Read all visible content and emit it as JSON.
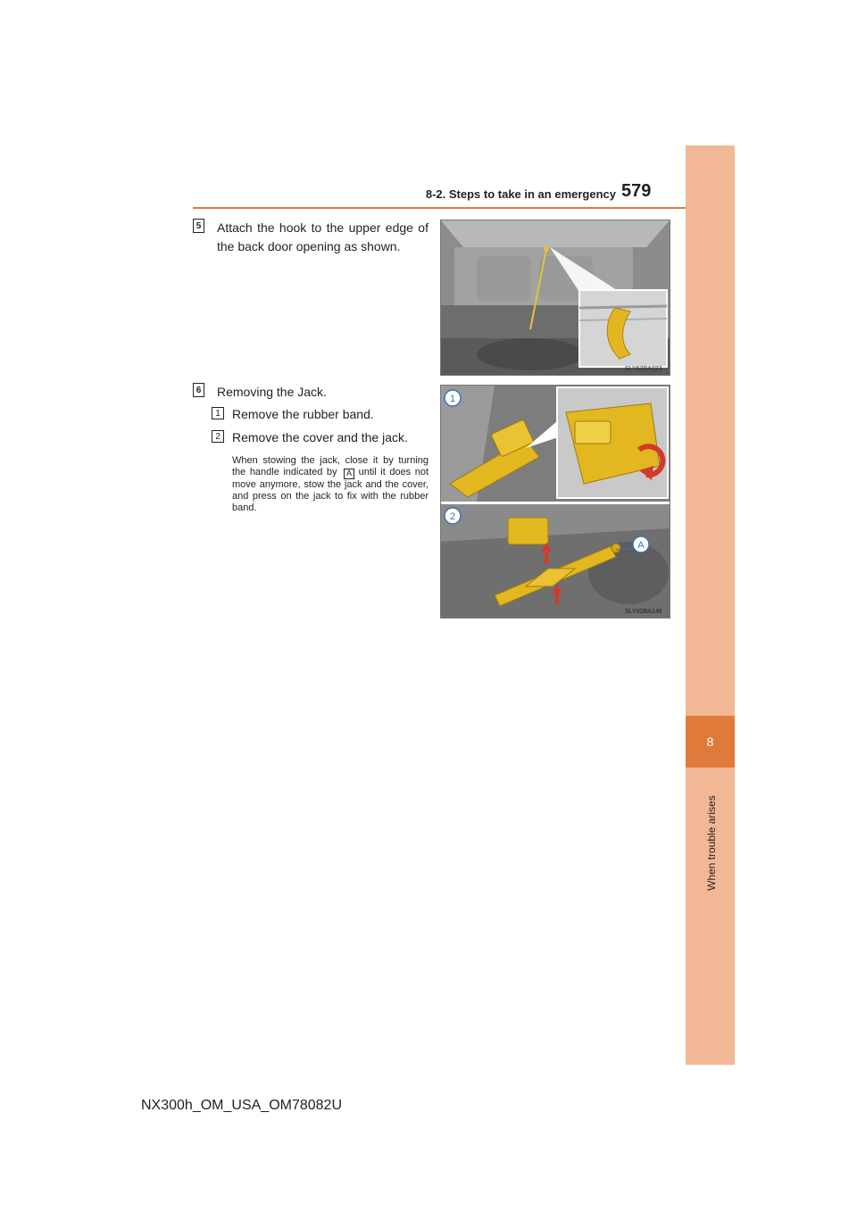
{
  "header": {
    "section_title": "8-2. Steps to take in an emergency",
    "page_number": "579"
  },
  "side_tab": {
    "chapter_number": "8",
    "chapter_label": "When trouble arises"
  },
  "steps": [
    {
      "number": "5",
      "text": "Attach the hook to the upper edge of the back door opening as shown.",
      "image_code": "SLY63BA023"
    },
    {
      "number": "6",
      "text": "Removing the Jack.",
      "substeps": [
        {
          "number": "1",
          "text": "Remove the rubber band."
        },
        {
          "number": "2",
          "text": "Remove the cover and the jack."
        }
      ],
      "note": "When stowing the jack, close it by turning the handle indicated by",
      "note_marker": "A",
      "note_rest": "until it does not move anymore, stow the jack and the cover, and press on the jack to fix with the rubber band.",
      "image_code": "SLY82BA146",
      "image_callouts": [
        "1",
        "2",
        "A"
      ]
    }
  ],
  "footer": "NX300h_OM_USA_OM78082U"
}
